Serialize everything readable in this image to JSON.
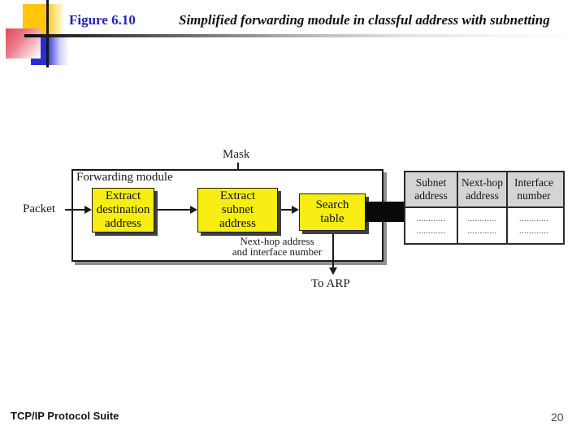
{
  "slide": {
    "figure_label": "Figure 6.10",
    "title": "Simplified forwarding module in classful address with subnetting",
    "footer": "TCP/IP Protocol Suite",
    "page_number": "20"
  },
  "colors": {
    "figure_label_blue": "#2222bb",
    "process_box_yellow": "#f7ed13",
    "table_header_gray": "#d4d4d4",
    "deco_yellow": "#ffc60b",
    "deco_red": "#e4495c",
    "deco_blue": "#2c2cd4"
  },
  "diagram": {
    "mask_label": "Mask",
    "packet_label": "Packet",
    "module_label": "Forwarding module",
    "boxes": {
      "extract_destination": "Extract\ndestination\naddress",
      "extract_subnet": "Extract\nsubnet\naddress",
      "search_table": "Search\ntable"
    },
    "output_note": "Next-hop address\nand interface number",
    "to_arp_label": "To ARP",
    "table": {
      "headers": [
        "Subnet\naddress",
        "Next-hop\naddress",
        "Interface\nnumber"
      ],
      "rows": [
        [
          "............",
          "............",
          "............"
        ],
        [
          "............",
          "............",
          "............"
        ]
      ]
    }
  }
}
